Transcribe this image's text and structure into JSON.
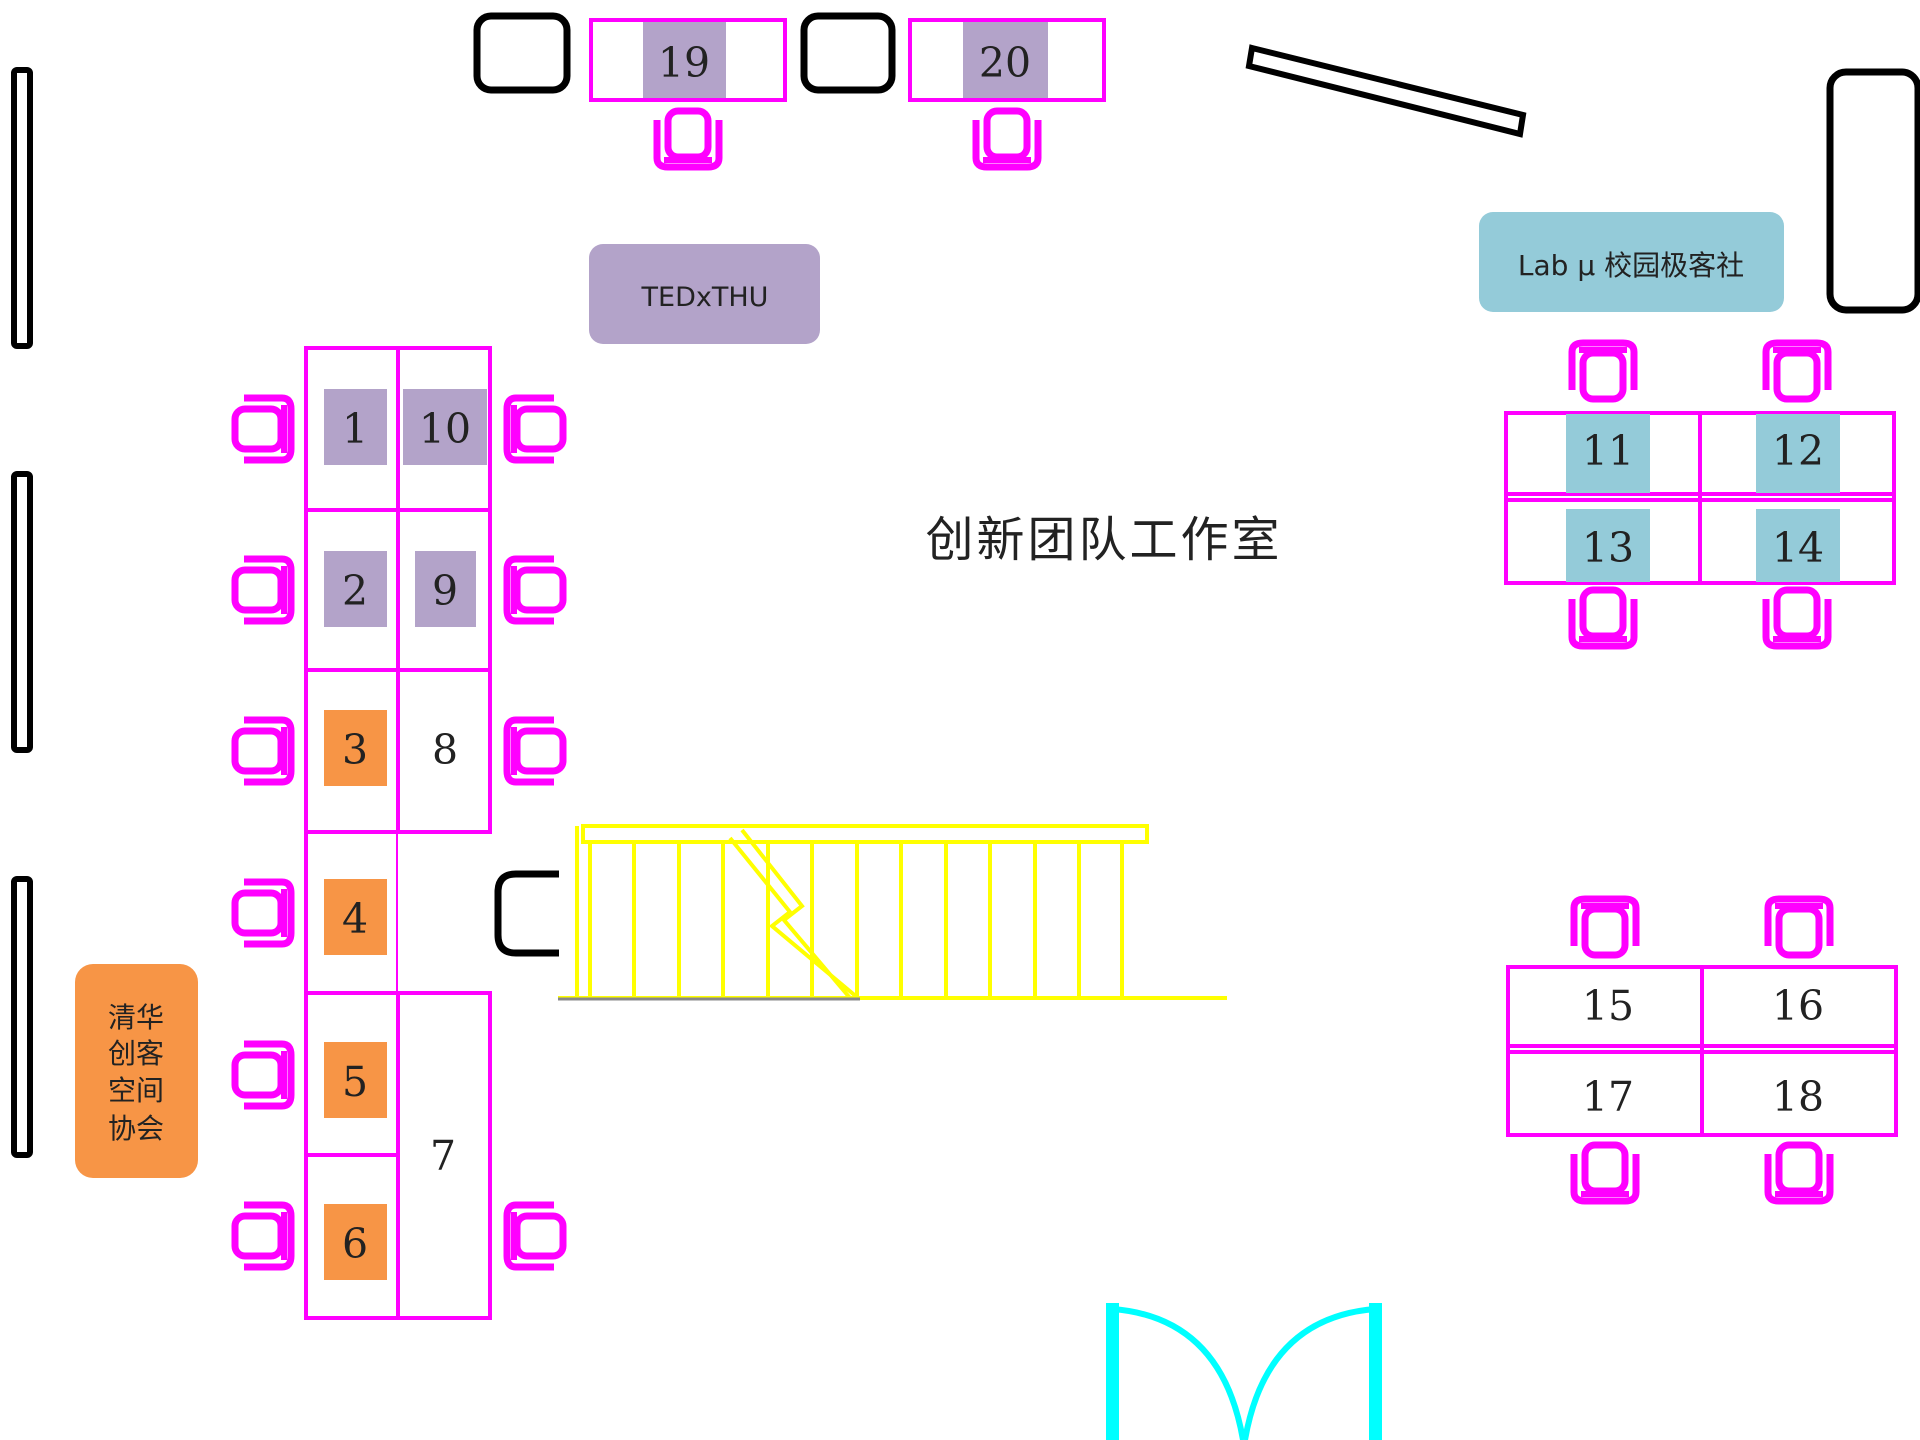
{
  "room_title": "创新团队工作室",
  "organizations": {
    "tedx": "TEDxTHU",
    "labmu": "Lab μ 校园极客社",
    "maker": [
      "清华",
      "创客",
      "空间",
      "协会"
    ]
  },
  "desks": [
    "1",
    "2",
    "3",
    "4",
    "5",
    "6",
    "7",
    "8",
    "9",
    "10",
    "11",
    "12",
    "13",
    "14",
    "15",
    "16",
    "17",
    "18",
    "19",
    "20"
  ],
  "colors": {
    "magenta": "#ff00ff",
    "purple": "#b3a3c9",
    "blue": "#94cbd9",
    "orange": "#f79546",
    "yellow": "#ffff00",
    "cyan": "#00ffff",
    "black": "#000000"
  }
}
